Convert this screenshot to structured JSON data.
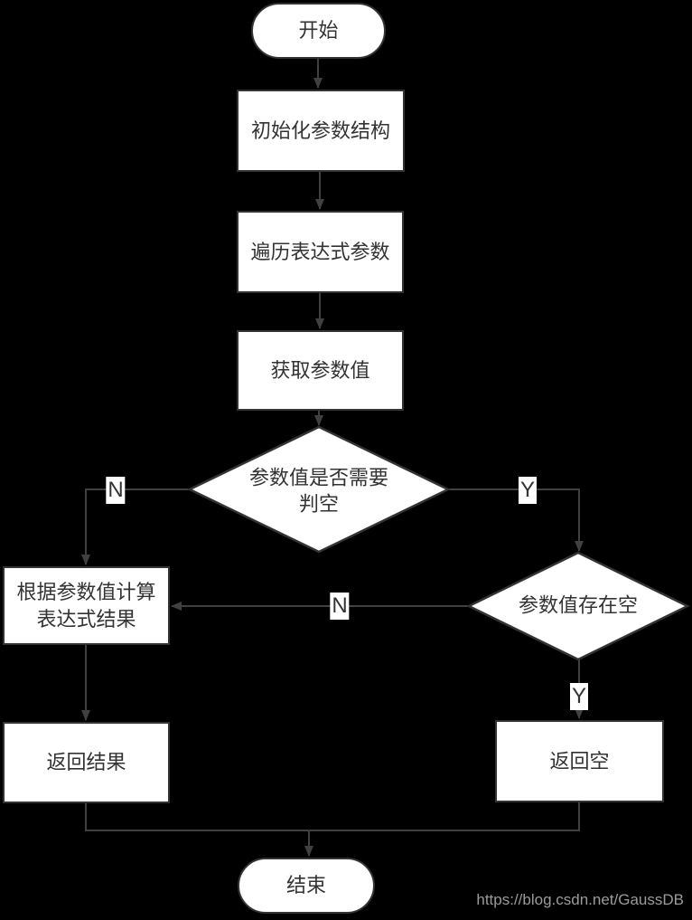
{
  "colors": {
    "background": "#000000",
    "node_fill": "#ffffff",
    "node_border": "#333333",
    "connector": "#404040",
    "node_text": "#333333",
    "watermark_text": "#9b9b9b"
  },
  "flowchart": {
    "nodes": {
      "start": {
        "label": "开始",
        "type": "terminator"
      },
      "init_params": {
        "label": "初始化参数结构",
        "type": "process"
      },
      "iterate_params": {
        "label": "遍历表达式参数",
        "type": "process"
      },
      "get_param_value": {
        "label": "获取参数值",
        "type": "process"
      },
      "need_null_check": {
        "label": "参数值是否需要判空",
        "type": "decision"
      },
      "calc_expression": {
        "label": "根据参数值计算表达式结果",
        "type": "process"
      },
      "value_has_null": {
        "label": "参数值存在空",
        "type": "decision"
      },
      "return_result": {
        "label": "返回结果",
        "type": "process"
      },
      "return_null": {
        "label": "返回空",
        "type": "process"
      },
      "end": {
        "label": "结束",
        "type": "terminator"
      }
    },
    "edge_labels": {
      "need_check_no": "N",
      "need_check_yes": "Y",
      "has_null_no": "N",
      "has_null_yes": "Y"
    }
  },
  "watermark": {
    "text": "https://blog.csdn.net/GaussDB"
  }
}
